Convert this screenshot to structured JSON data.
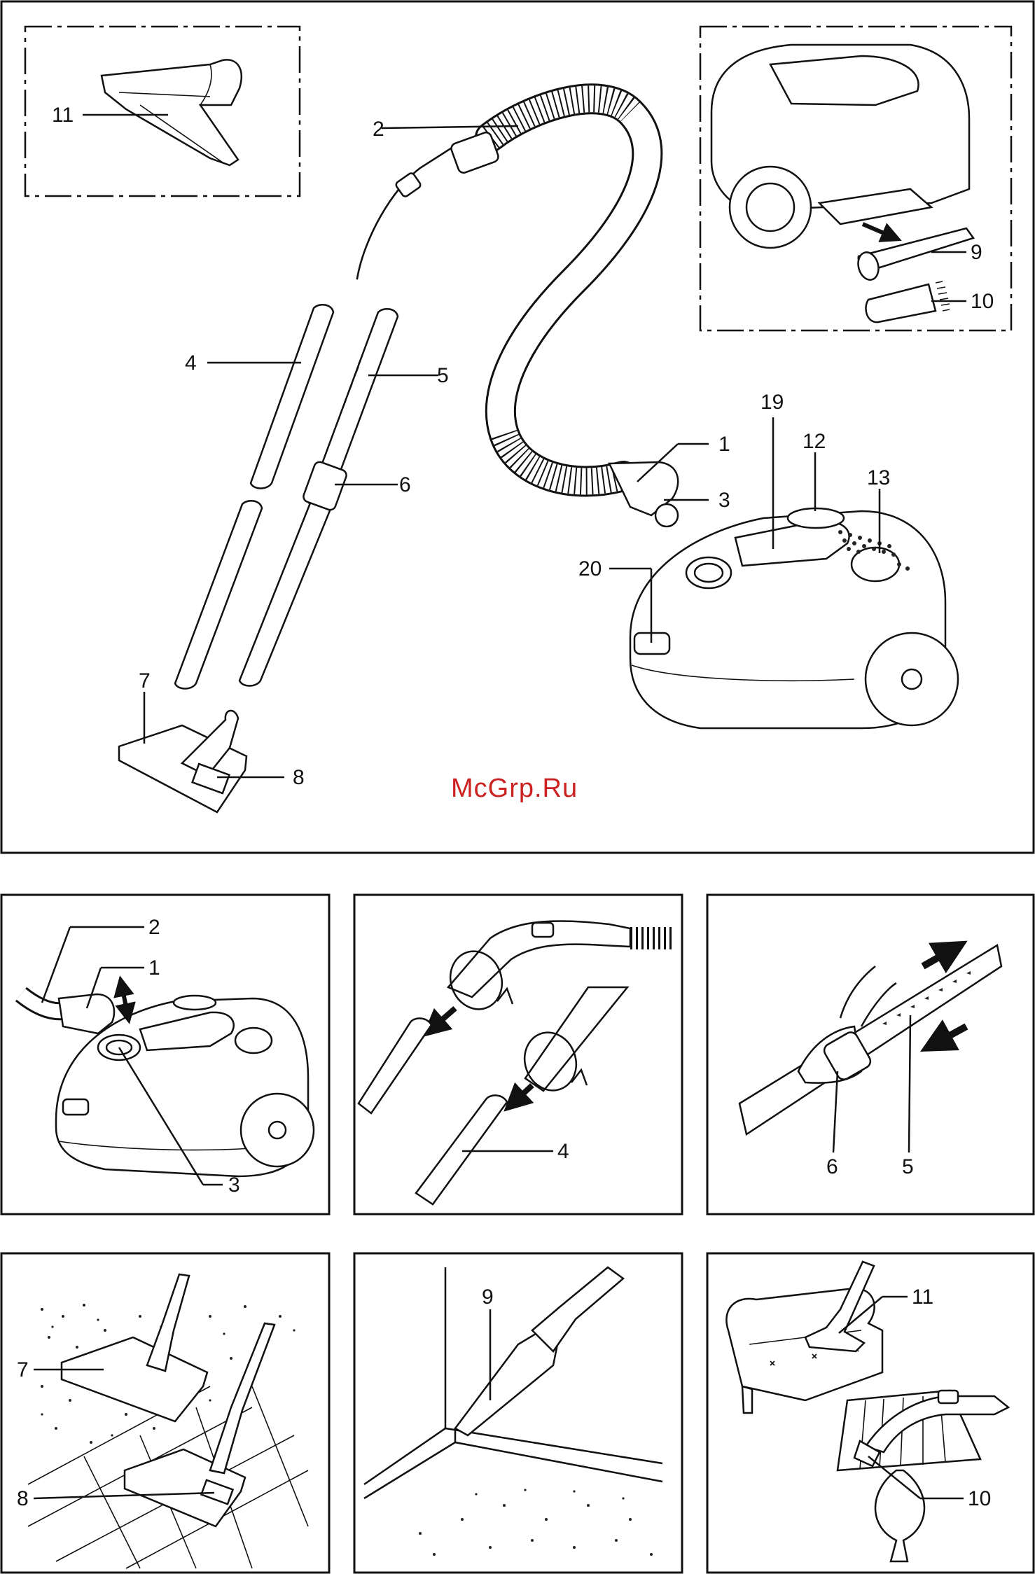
{
  "watermark": "McGrp.Ru",
  "main_panel": {
    "labels": {
      "l11": "11",
      "l2": "2",
      "l4": "4",
      "l5": "5",
      "l6": "6",
      "l1": "1",
      "l3": "3",
      "l19": "19",
      "l12": "12",
      "l13": "13",
      "l20": "20",
      "l7": "7",
      "l8": "8",
      "l9": "9",
      "l10": "10"
    }
  },
  "panel_a": {
    "labels": {
      "l2": "2",
      "l1": "1",
      "l3": "3"
    }
  },
  "panel_b": {
    "labels": {
      "l4": "4"
    }
  },
  "panel_c": {
    "labels": {
      "l6": "6",
      "l5": "5"
    }
  },
  "panel_d": {
    "labels": {
      "l7": "7",
      "l8": "8"
    }
  },
  "panel_e": {
    "labels": {
      "l9": "9"
    }
  },
  "panel_f": {
    "labels": {
      "l11": "11",
      "l10": "10"
    }
  }
}
